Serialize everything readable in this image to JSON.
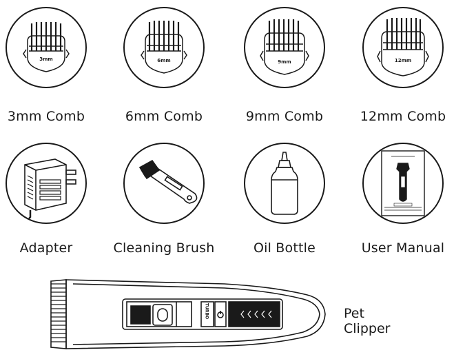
{
  "combs": [
    {
      "label": "3mm Comb",
      "size_text": "3mm"
    },
    {
      "label": "6mm Comb",
      "size_text": "6mm"
    },
    {
      "label": "9mm Comb",
      "size_text": "9mm"
    },
    {
      "label": "12mm Comb",
      "size_text": "12mm"
    }
  ],
  "accessories": [
    {
      "label": "Adapter",
      "icon": "adapter-icon"
    },
    {
      "label": "Cleaning Brush",
      "icon": "cleaning-brush-icon"
    },
    {
      "label": "Oil Bottle",
      "icon": "oil-bottle-icon"
    },
    {
      "label": "User Manual",
      "icon": "user-manual-icon"
    }
  ],
  "clipper": {
    "label": "Pet Clipper",
    "turbo_text": "TURBO"
  }
}
